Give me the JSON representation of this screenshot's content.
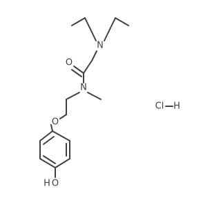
{
  "molecule": {
    "atoms": {
      "amine_n": "N",
      "carbonyl_o": "O",
      "amide_n": "N",
      "ether_o": "O",
      "phenol_o": "O",
      "phenol_h": "H",
      "hcl_cl": "Cl",
      "hcl_h": "H"
    }
  }
}
